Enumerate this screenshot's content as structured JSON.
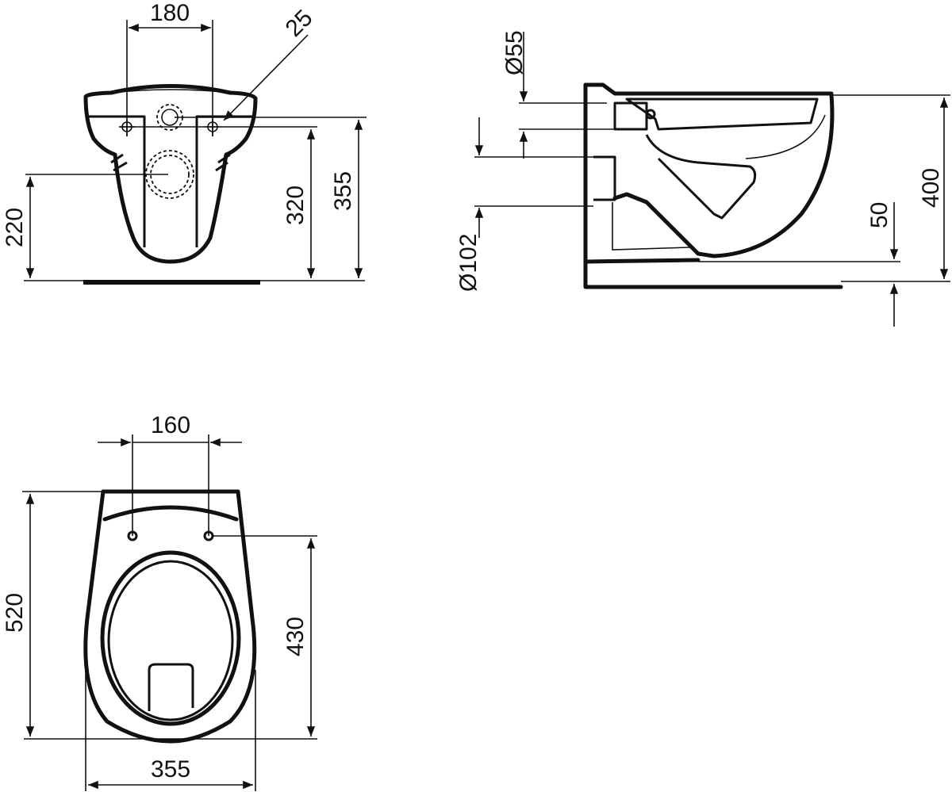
{
  "drawing": {
    "subject": "Wall-hung WC technical dimension drawing",
    "line_color": "#111111",
    "background": "#ffffff"
  },
  "views": {
    "front": {
      "label": "front-view",
      "dims": {
        "bolt_spacing": "180",
        "bolt_hole": "25",
        "waste_height": "220",
        "bolt_height": "320",
        "inlet_height": "355"
      }
    },
    "side": {
      "label": "side-view",
      "dims": {
        "inlet_diameter": "Ø55",
        "waste_diameter": "Ø102",
        "height": "400",
        "floor_clearance": "50"
      }
    },
    "top": {
      "label": "top-view",
      "dims": {
        "seat_hole_spacing": "160",
        "length": "520",
        "seat_hole_to_front": "430",
        "width": "355"
      }
    }
  }
}
